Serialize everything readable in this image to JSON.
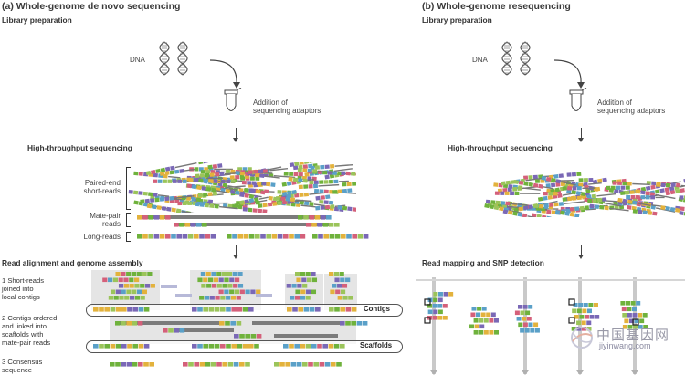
{
  "panel_a": {
    "title": "(a)  Whole-genome de novo sequencing",
    "library": "Library preparation",
    "dna": "DNA",
    "adaptors": [
      "Addition of",
      "sequencing adaptors"
    ],
    "hts": "High-throughput sequencing",
    "paired_end": [
      "Paired-end",
      "short-reads"
    ],
    "mate_pair": [
      "Mate-pair",
      "reads"
    ],
    "long_reads": "Long-reads",
    "assembly": "Read alignment and genome assembly",
    "step1": [
      "1  Short-reads",
      "    joined into",
      "    local contigs"
    ],
    "step2": [
      "2  Contigs ordered",
      "    and linked into",
      "    scaffolds with",
      "    mate-pair reads"
    ],
    "step3": [
      "3  Consensus",
      "    sequence"
    ],
    "contigs": "Contigs",
    "scaffolds": "Scaffolds"
  },
  "panel_b": {
    "title": "(b)  Whole-genome resequencing",
    "library": "Library preparation",
    "dna": "DNA",
    "adaptors": [
      "Addition of",
      "sequencing adaptors"
    ],
    "hts": "High-throughput sequencing",
    "mapping": "Read mapping and SNP detection"
  },
  "watermark": {
    "cn": "中国基因网",
    "url": "jiyinwang.com"
  },
  "colors": {
    "base_a": "#6fb23c",
    "base_c": "#7a68b6",
    "base_g": "#e3b23c",
    "base_t": "#d4607a",
    "read_gray": "#7b7b7b",
    "shade": "#dcdcdc"
  },
  "icons": [
    "dna-helix-icon",
    "curved-arrow-icon",
    "tube-icon",
    "down-arrow-icon",
    "globe-logo-icon"
  ]
}
